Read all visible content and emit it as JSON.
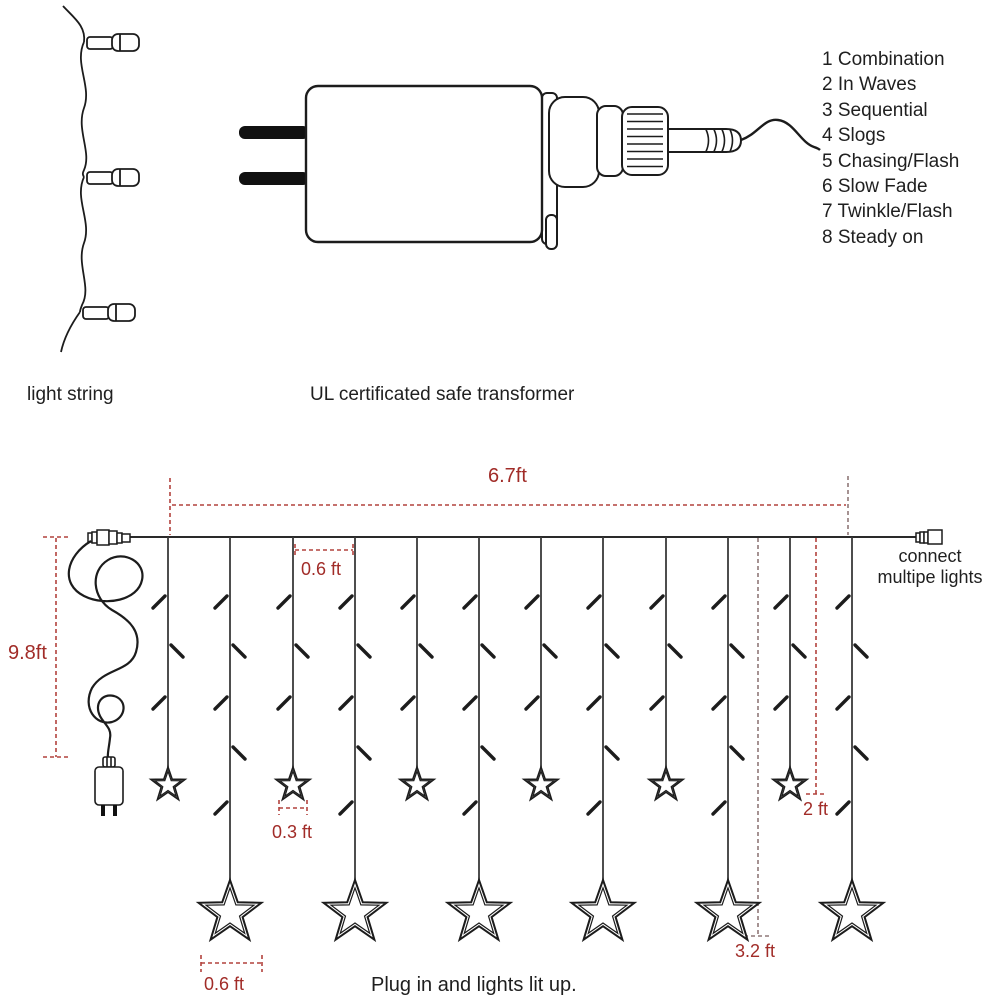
{
  "colors": {
    "ink": "#1c1c1c",
    "wire": "#3a3a3a",
    "red": "#a12c28",
    "red_dash": "#b2423d",
    "muted_dash": "#8f7878"
  },
  "light_string": {
    "label": "light string"
  },
  "transformer": {
    "label": "UL certificated safe transformer"
  },
  "modes": {
    "items": [
      "1 Combination",
      "2 In Waves",
      "3 Sequential",
      "4 Slogs",
      "5 Chasing/Flash",
      "6 Slow Fade",
      "7 Twinkle/Flash",
      "8 Steady on"
    ]
  },
  "curtain": {
    "total_width": "6.7ft",
    "drop_spacing": "0.6 ft",
    "lead_cord_length": "9.8ft",
    "small_star_width": "0.3 ft",
    "short_drop_length": "2 ft",
    "long_drop_length": "3.2 ft",
    "big_star_width": "0.6 ft",
    "connect_line1": "connect",
    "connect_line2": "multipe lights",
    "caption": "Plug in and lights lit up."
  }
}
